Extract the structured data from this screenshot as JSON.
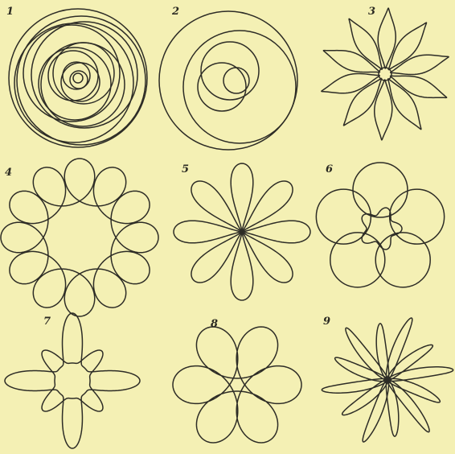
{
  "plate": {
    "background_color": "#f4f0b4",
    "ink_color": "#2d2c26"
  },
  "figures": [
    {
      "number": "1",
      "pattern": "nested-offset-circles"
    },
    {
      "number": "2",
      "pattern": "overlapping-circles"
    },
    {
      "number": "3",
      "pattern": "ten-petal-rosette"
    },
    {
      "number": "4",
      "pattern": "looped-epitrochoid"
    },
    {
      "number": "5",
      "pattern": "eight-petal-rosette"
    },
    {
      "number": "6",
      "pattern": "five-loop-trochoid"
    },
    {
      "number": "7",
      "pattern": "crossed-stars"
    },
    {
      "number": "8",
      "pattern": "looped-star"
    },
    {
      "number": "9",
      "pattern": "swept-petals"
    }
  ]
}
